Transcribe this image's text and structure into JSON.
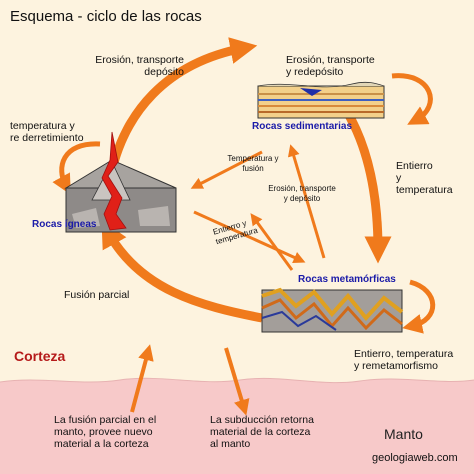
{
  "title": "Esquema - ciclo de las rocas",
  "labels": {
    "erosion_deposito": [
      "Erosión, transporte",
      "depósito"
    ],
    "erosion_redeposito": [
      "Erosión, transporte",
      "y redepósito"
    ],
    "temp_derretimiento": [
      "temperatura y",
      "re derretimiento"
    ],
    "rocas_sedimentarias": "Rocas sedimentarias",
    "temp_fusion": [
      "Temperatura y",
      "fusión"
    ],
    "erosion_center": [
      "Erosión, transporte",
      "y depósito"
    ],
    "entierro_temp": [
      "Entierro",
      "y",
      "temperatura"
    ],
    "rocas_igneas": "Rocas ígneas",
    "entierro_temp_small": [
      "Entierro y",
      "temperatura"
    ],
    "rocas_metamorficas": "Rocas metamórficas",
    "fusion_parcial": "Fusión parcial",
    "entierro_remetamorfismo": [
      "Entierro, temperatura",
      "y remetamorfismo"
    ],
    "corteza": "Corteza",
    "manto": "Manto",
    "fusion_parcial_manto": [
      "La fusión parcial en el",
      "manto, provee nuevo",
      "material a la corteza"
    ],
    "subduccion": [
      "La subducción retorna",
      "material de la corteza",
      "al manto"
    ],
    "website": "geologiaweb.com"
  },
  "colors": {
    "background": "#fdf3df",
    "mantle": "#f7c9c9",
    "arrow": "#f07a1c",
    "magma": "#e02018",
    "label_blue": "#1a1aa8",
    "crust_label": "#b51a1a"
  }
}
